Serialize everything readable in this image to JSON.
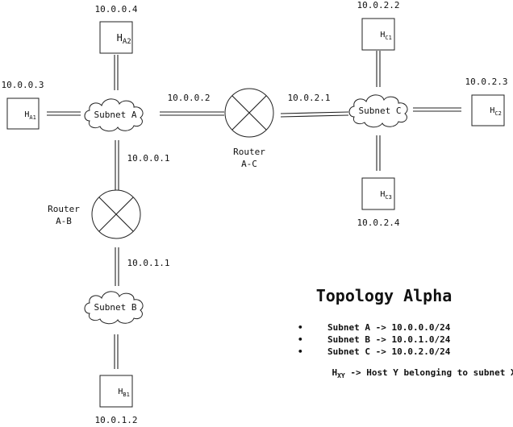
{
  "title": "Topology Alpha",
  "subnets": [
    {
      "label": "Subnet A"
    },
    {
      "label": "Subnet B"
    },
    {
      "label": "Subnet C"
    }
  ],
  "routers": [
    {
      "label_line1": "Router",
      "label_line2": "A-B"
    },
    {
      "label_line1": "Router",
      "label_line2": "A-C"
    }
  ],
  "hosts": [
    {
      "main": "H",
      "sub": "A1",
      "ip": "10.0.0.3"
    },
    {
      "main": "H",
      "sub": "A2",
      "ip": "10.0.0.4"
    },
    {
      "main": "H",
      "sub": "B1",
      "ip": "10.0.1.2"
    },
    {
      "main": "H",
      "sub": "C1",
      "ip": "10.0.2.2"
    },
    {
      "main": "H",
      "sub": "C2",
      "ip": "10.0.2.3"
    },
    {
      "main": "H",
      "sub": "C3",
      "ip": "10.0.2.4"
    }
  ],
  "interfaces": {
    "a_to_rac": "10.0.0.2",
    "rac_to_c": "10.0.2.1",
    "a_to_rab": "10.0.0.1",
    "rab_to_b": "10.0.1.1"
  },
  "legend": {
    "items": [
      "Subnet A -> 10.0.0.0/24",
      "Subnet B -> 10.0.1.0/24",
      "Subnet C -> 10.0.2.0/24"
    ],
    "bullet": "•",
    "note_main": "H",
    "note_sub": "XY",
    "note_text": " -> Host Y belonging to subnet X"
  }
}
